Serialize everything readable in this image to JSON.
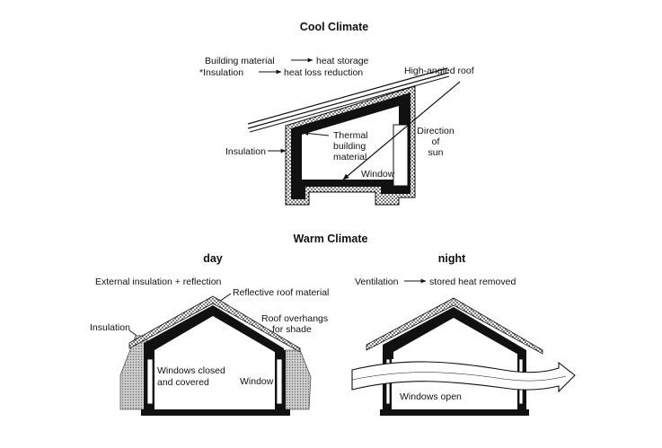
{
  "cool": {
    "title": "Cool Climate",
    "legend_material": "Building material",
    "legend_storage": "heat storage",
    "legend_insulation": "*Insulation",
    "legend_loss": "heat loss reduction",
    "roof": "High-angled roof",
    "insulation": "Insulation",
    "thermal_1": "Thermal",
    "thermal_2": "building",
    "thermal_3": "material",
    "window": "Window",
    "sun_1": "Direction",
    "sun_2": "of",
    "sun_3": "sun"
  },
  "warm": {
    "title": "Warm Climate",
    "day": {
      "title": "day",
      "external": "External insulation + reflection",
      "reflective": "Reflective roof material",
      "insulation": "Insulation",
      "overhang_1": "Roof overhangs",
      "overhang_2": "for shade",
      "closed_1": "Windows closed",
      "closed_2": "and covered",
      "window": "Window"
    },
    "night": {
      "title": "night",
      "ventilation": "Ventilation",
      "removed": "stored heat removed",
      "open": "Windows open"
    }
  }
}
